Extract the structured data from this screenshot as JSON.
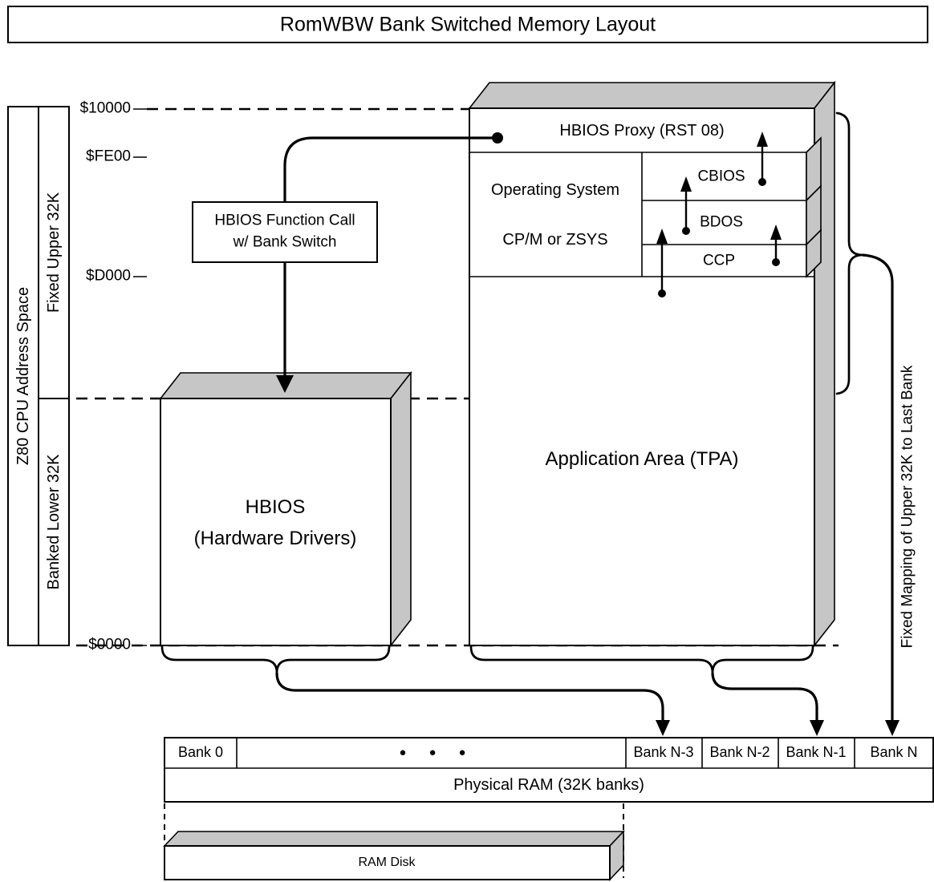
{
  "title": "RomWBW Bank Switched Memory Layout",
  "sidebar": {
    "outer": "Z80 CPU Address Space",
    "upper": "Fixed Upper 32K",
    "lower": "Banked Lower 32K"
  },
  "addresses": {
    "top": "$10000",
    "fe00": "$FE00",
    "d000": "$D000",
    "zero": "$0000"
  },
  "system_box": {
    "proxy": "HBIOS Proxy (RST 08)",
    "os_line1": "Operating System",
    "os_line2": "CP/M or ZSYS",
    "cbios": "CBIOS",
    "bdos": "BDOS",
    "ccp": "CCP",
    "tpa": "Application Area (TPA)"
  },
  "hbios_box": {
    "line1": "HBIOS",
    "line2": "(Hardware Drivers)"
  },
  "function_call": {
    "line1": "HBIOS Function Call",
    "line2": "w/ Bank Switch"
  },
  "fixed_mapping": "Fixed Mapping of Upper 32K to Last Bank",
  "physical_ram": {
    "bank0": "Bank 0",
    "dots": "●●●",
    "bank_n3": "Bank N-3",
    "bank_n2": "Bank N-2",
    "bank_n1": "Bank N-1",
    "bank_n": "Bank N",
    "label": "Physical RAM (32K banks)"
  },
  "ram_disk": "RAM Disk",
  "colors": {
    "face_gray": "#c6c6c6",
    "line_black": "#000000",
    "background": "#ffffff"
  }
}
